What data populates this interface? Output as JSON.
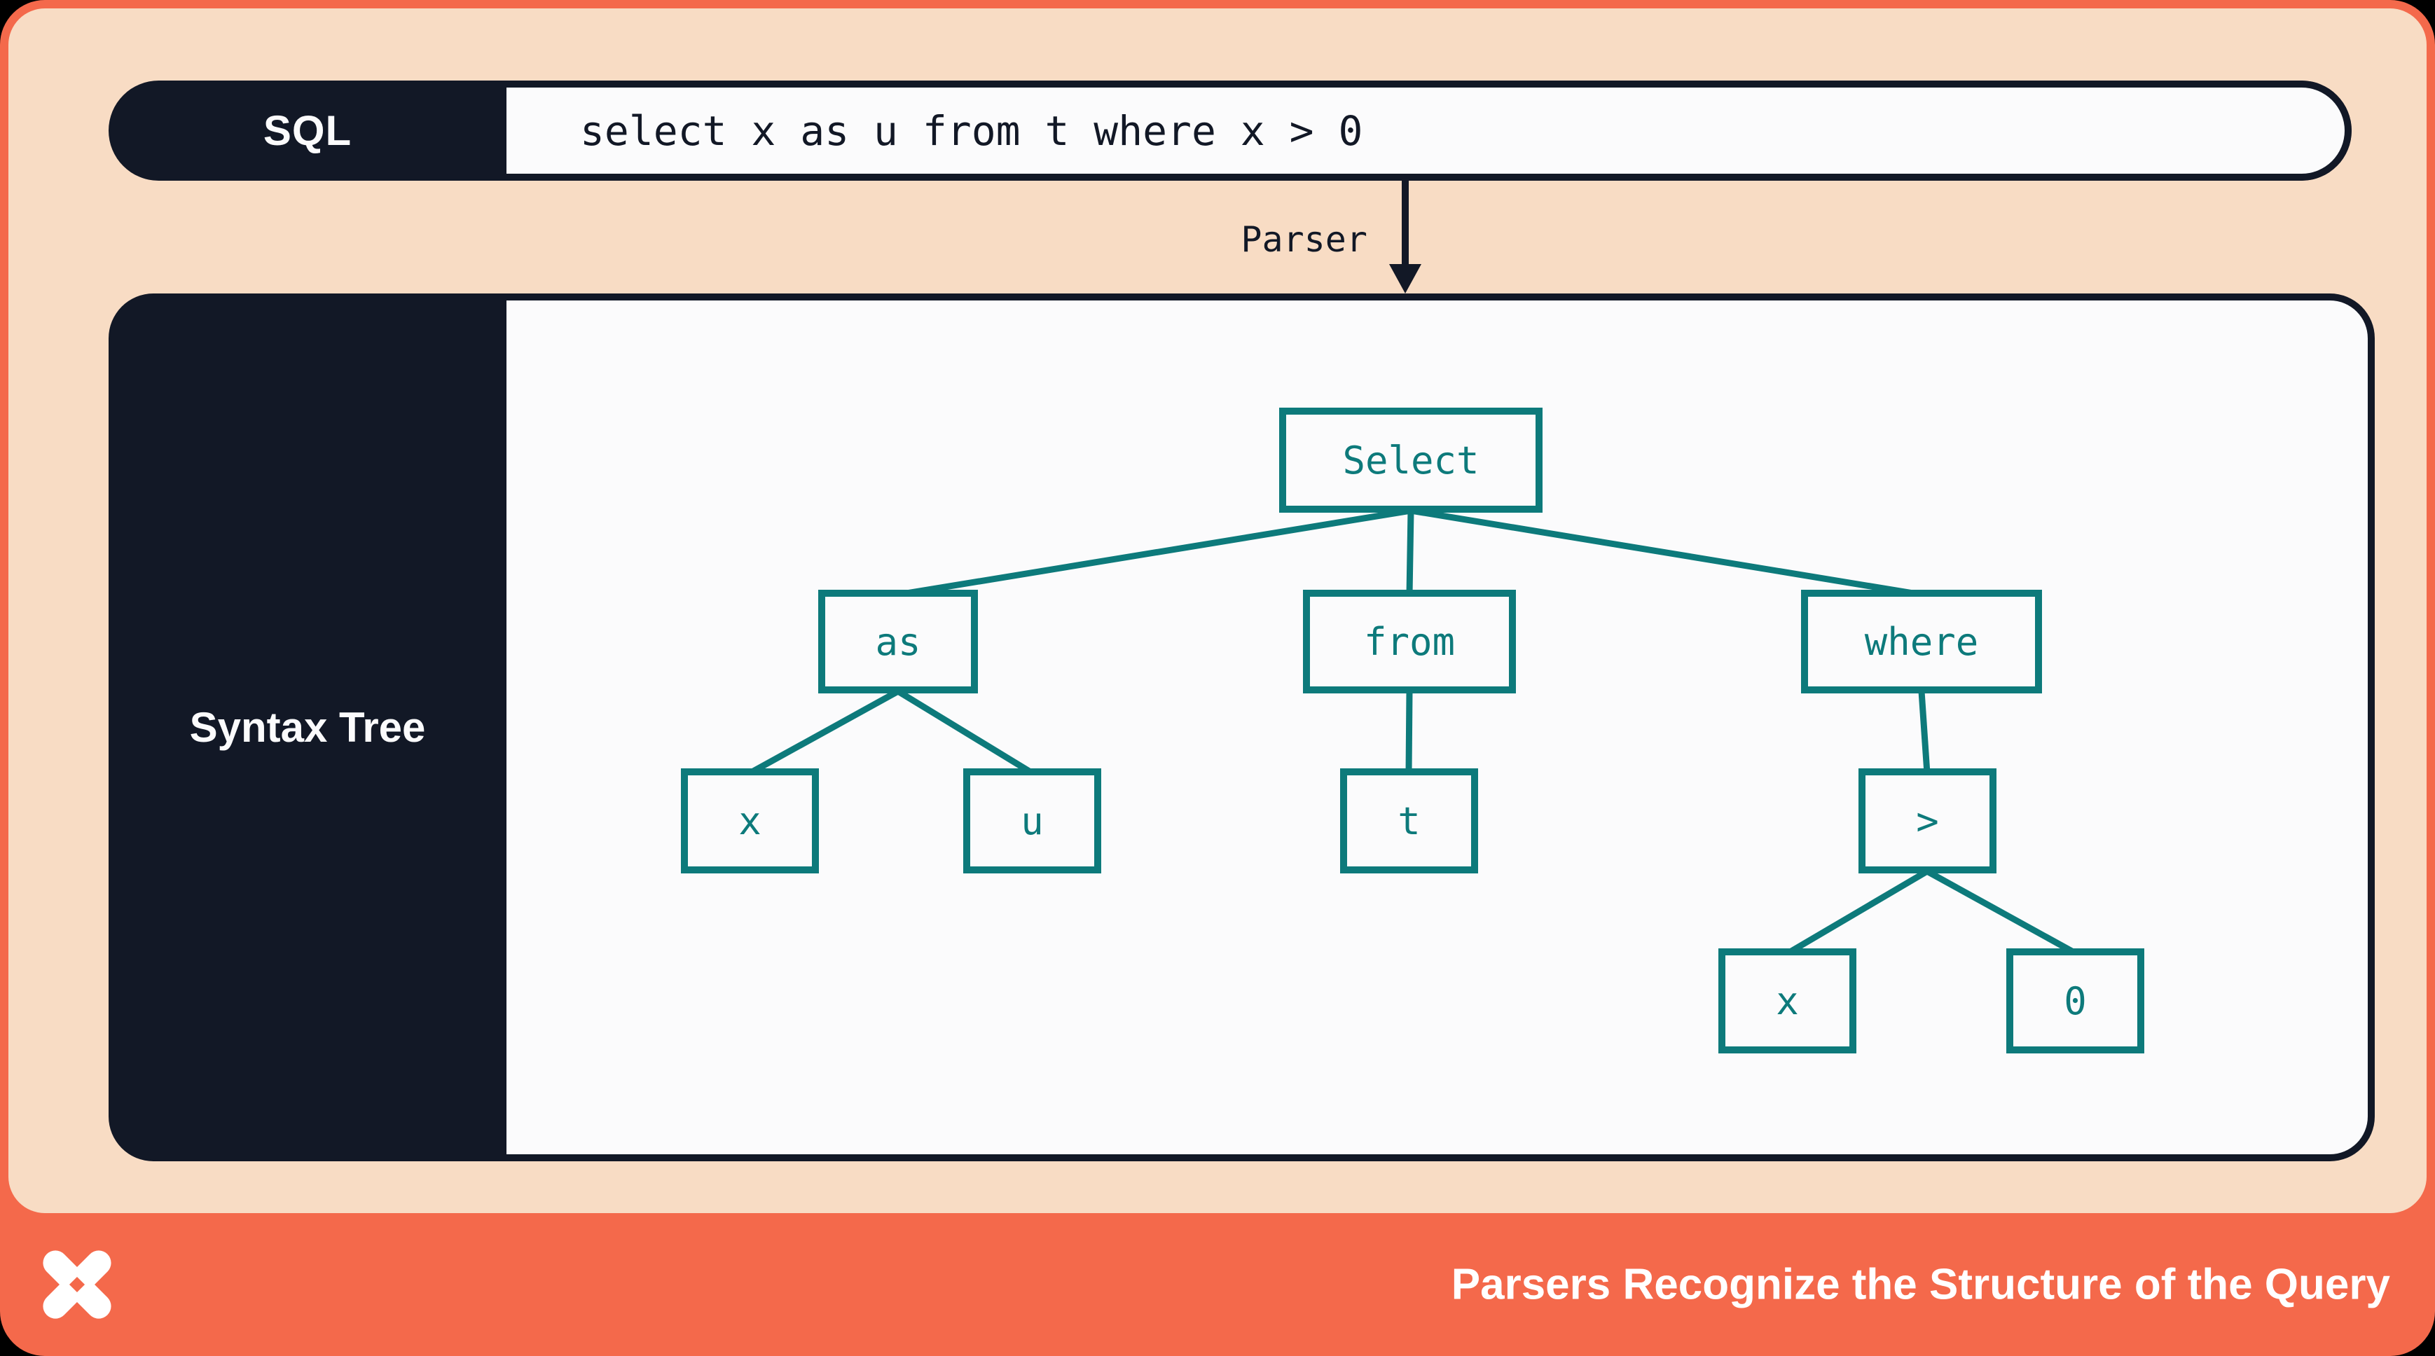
{
  "colors": {
    "outside_background": "#000000",
    "frame_orange": "#F4694B",
    "canvas_peach": "#F8DCC4",
    "navy": "#121826",
    "teal": "#0D7A7B",
    "panel_white": "#FBFBFC"
  },
  "sql_bar": {
    "label": "SQL",
    "query": "select x as u from t where x > 0"
  },
  "parser": {
    "label": "Parser"
  },
  "syntax_tree": {
    "label": "Syntax Tree",
    "nodes": {
      "select": "Select",
      "as": "as",
      "from": "from",
      "where": "where",
      "x1": "x",
      "u": "u",
      "t": "t",
      "gt": ">",
      "x2": "x",
      "zero": "0"
    },
    "edges": [
      [
        "Select",
        "as"
      ],
      [
        "Select",
        "from"
      ],
      [
        "Select",
        "where"
      ],
      [
        "as",
        "x"
      ],
      [
        "as",
        "u"
      ],
      [
        "from",
        "t"
      ],
      [
        "where",
        ">"
      ],
      [
        ">",
        "x"
      ],
      [
        ">",
        "0"
      ]
    ]
  },
  "footer": {
    "title": "Parsers Recognize the Structure of the Query",
    "logo": "pinwheel-x-logo"
  }
}
